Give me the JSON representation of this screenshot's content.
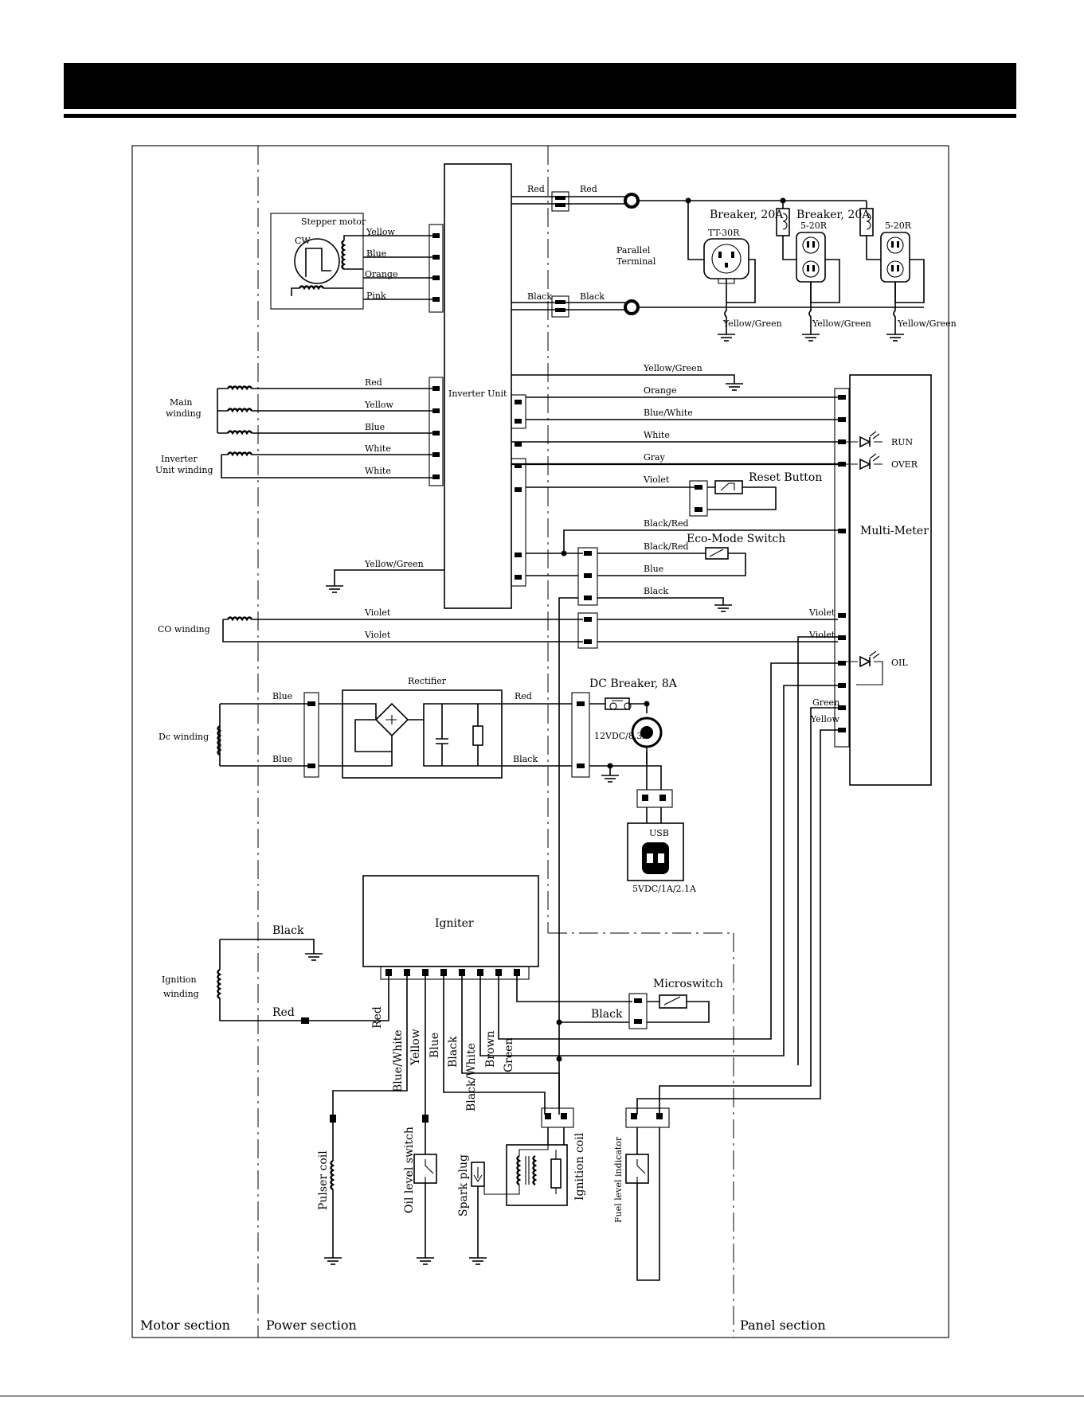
{
  "sections": {
    "motor": "Motor section",
    "power": "Power section",
    "panel": "Panel section"
  },
  "components": {
    "stepper_motor": "Stepper motor",
    "stepper_cw": "CW",
    "inverter_unit": "Inverter Unit",
    "multi_meter": "Multi-Meter",
    "rectifier": "Rectifier",
    "igniter": "Igniter",
    "parallel_terminal_1": "Parallel",
    "parallel_terminal_2": "Terminal",
    "breaker_1": "Breaker, 20A",
    "breaker_2": "Breaker, 20A",
    "outlet_tt30r": "TT-30R",
    "outlet_520r_1": "5-20R",
    "outlet_520r_2": "5-20R",
    "reset_button": "Reset Button",
    "eco_mode_switch": "Eco-Mode Switch",
    "dc_breaker": "DC Breaker, 8A",
    "dc_outlet": "12VDC/8.3A",
    "usb": "USB",
    "usb_rating": "5VDC/1A/2.1A",
    "microswitch": "Microswitch",
    "led_run": "RUN",
    "led_over": "OVER",
    "led_oil": "OIL"
  },
  "windings": {
    "main_1": "Main",
    "main_2": "winding",
    "inverter_1": "Inverter",
    "inverter_2": "Unit winding",
    "co": "CO winding",
    "dc": "Dc winding",
    "ignition_1": "Ignition",
    "ignition_2": "winding"
  },
  "coils": {
    "pulser": "Pulser coil",
    "oil_level": "Oil level switch",
    "spark_plug": "Spark plug",
    "ignition_coil": "Ignition coil",
    "fuel_level": "Fuel level indicator"
  },
  "wires": {
    "stepper_yellow": "Yellow",
    "stepper_blue": "Blue",
    "stepper_orange": "Orange",
    "stepper_pink": "Pink",
    "out_red_1": "Red",
    "out_red_2": "Red",
    "out_black_1": "Black",
    "out_black_2": "Black",
    "gnd_yg_1": "Yellow/Green",
    "gnd_yg_2": "Yellow/Green",
    "gnd_yg_3": "Yellow/Green",
    "main_red": "Red",
    "main_yellow": "Yellow",
    "main_blue": "Blue",
    "inv_white_1": "White",
    "inv_white_2": "White",
    "inv_gnd_yg": "Yellow/Green",
    "mm_yg": "Yellow/Green",
    "mm_orange": "Orange",
    "mm_bluewhite": "Blue/White",
    "mm_white": "White",
    "mm_gray": "Gray",
    "mm_violet": "Violet",
    "mm_blackred_1": "Black/Red",
    "mm_blackred_2": "Black/Red",
    "mm_blue": "Blue",
    "mm_black": "Black",
    "co_violet_1": "Violet",
    "co_violet_2": "Violet",
    "co_violet_3": "Violet",
    "co_violet_4": "Violet",
    "dc_blue_1": "Blue",
    "dc_blue_2": "Blue",
    "rect_red": "Red",
    "rect_black": "Black",
    "mm_green": "Green",
    "mm_yellow": "Yellow",
    "ign_black": "Black",
    "ign_red": "Red",
    "micro_black": "Black",
    "ig_red": "Red",
    "ig_bluewhite": "Blue/White",
    "ig_yellow": "Yellow",
    "ig_blue": "Blue",
    "ig_black": "Black",
    "ig_blackwhite": "Black/White",
    "ig_brown": "Brown",
    "ig_green": "Green"
  }
}
